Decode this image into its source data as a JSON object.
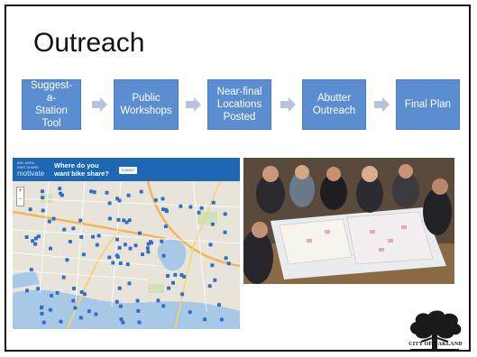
{
  "slide": {
    "title": "Outreach",
    "steps": [
      {
        "label": "Suggest-a-\nStation\nTool"
      },
      {
        "label": "Public\nWorkshops"
      },
      {
        "label": "Near-final\nLocations\nPosted"
      },
      {
        "label": "Abutter\nOutreach"
      },
      {
        "label": "Final Plan"
      }
    ],
    "colors": {
      "step_fill": "#5b8ed0",
      "arrow": "#b4c4dc",
      "map_header": "#1d67b5"
    }
  },
  "map": {
    "brand_small": "BAY AREA\nBIKE SHARE",
    "brand": "motivate",
    "question": "Where do you\nwant bike share?",
    "button": "SUBMIT",
    "zoom_in": "+",
    "zoom_out": "−"
  },
  "photo": {
    "description_icon": "workshop-photo"
  },
  "logo": {
    "text": "CITY OF OAKLAND",
    "icon": "oak-tree-icon"
  }
}
